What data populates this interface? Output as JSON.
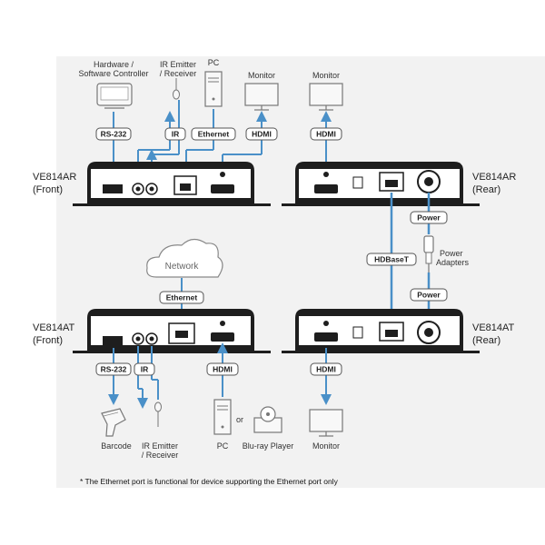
{
  "labels": {
    "hw_controller": [
      "Hardware /",
      "Software Controller"
    ],
    "ir_emitter_top": [
      "IR Emitter",
      "/ Receiver"
    ],
    "pc_top": "PC",
    "monitor_1": "Monitor",
    "monitor_2": "Monitor",
    "ve814ar_front": [
      "VE814AR",
      "(Front)"
    ],
    "ve814ar_rear": [
      "VE814AR",
      "(Rear)"
    ],
    "ve814at_front": [
      "VE814AT",
      "(Front)"
    ],
    "ve814at_rear": [
      "VE814AT",
      "(Rear)"
    ],
    "network": "Network",
    "power_adapters": [
      "Power",
      "Adapters"
    ],
    "barcode": "Barcode",
    "ir_emitter_bottom": [
      "IR Emitter",
      "/ Receiver"
    ],
    "pc_bottom": "PC",
    "or": "or",
    "bluray": "Blu-ray Player",
    "monitor_bottom": "Monitor"
  },
  "tags": {
    "rs232_top": "RS-232",
    "ir_top": "IR",
    "ethernet_top": "Ethernet",
    "hdmi_top_1": "HDMI",
    "hdmi_top_2": "HDMI",
    "power_top": "Power",
    "hdbaset": "HDBaseT",
    "power_bottom": "Power",
    "ethernet_bottom": "Ethernet",
    "rs232_bottom": "RS-232",
    "ir_bottom": "IR",
    "hdmi_bottom_1": "HDMI",
    "hdmi_bottom_2": "HDMI"
  },
  "footnote": "* The Ethernet port is functional for device supporting the Ethernet port only",
  "colors": {
    "arrow": "#4a90c8",
    "line": "#555555",
    "device": "#1e1e1e",
    "tag_border": "#555555",
    "panel": "#f2f2f2"
  },
  "icons": [
    "monitor-icon",
    "pc-tower-icon",
    "ir-emitter-icon",
    "controller-icon",
    "cloud-icon",
    "barcode-scanner-icon",
    "bluray-player-icon",
    "power-adapter-icon"
  ]
}
